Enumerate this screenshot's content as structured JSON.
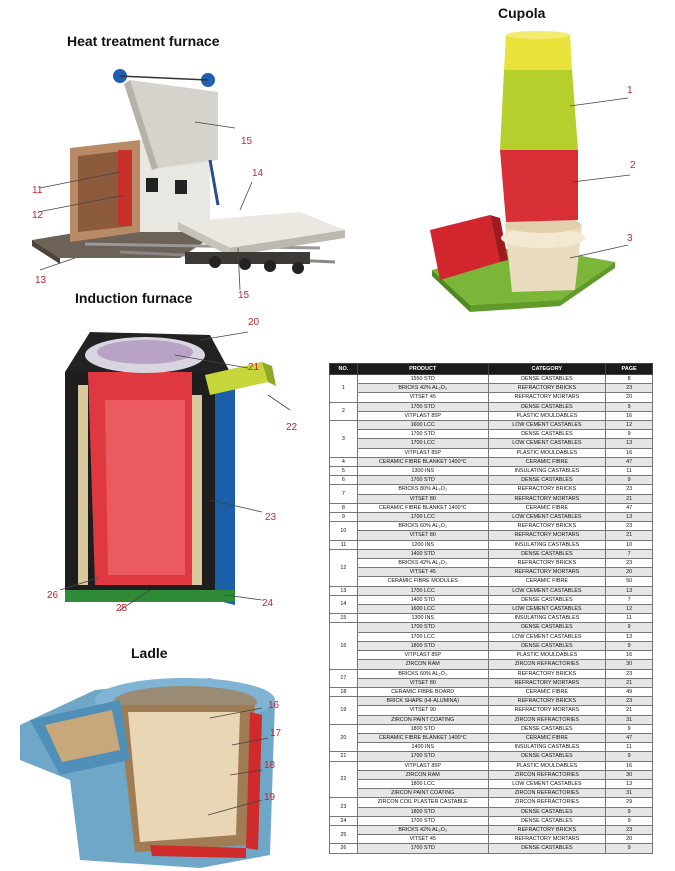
{
  "titles": {
    "heat_treatment": "Heat treatment furnace",
    "cupola": "Cupola",
    "induction": "Induction furnace",
    "ladle": "Ladle"
  },
  "callouts": {
    "h15a": "15",
    "h14": "14",
    "h11": "11",
    "h12": "12",
    "h13": "13",
    "h15b": "15",
    "c1": "1",
    "c2": "2",
    "c3": "3",
    "i20": "20",
    "i21": "21",
    "i22": "22",
    "i23": "23",
    "i26": "26",
    "i25": "25",
    "i24": "24",
    "l16": "16",
    "l17": "17",
    "l18": "18",
    "l19": "19"
  },
  "table": {
    "headers": [
      "NO.",
      "PRODUCT",
      "CATEGORY",
      "PAGE"
    ],
    "groups": [
      {
        "no": "1",
        "rows": [
          [
            "1550 STD",
            "DENSE CASTABLES",
            "8"
          ],
          [
            "BRICKS 42% AL₂O₃",
            "REFRACTORY BRICKS",
            "23"
          ],
          [
            "VITSET 45",
            "REFRACTORY MORTARS",
            "20"
          ]
        ]
      },
      {
        "no": "2",
        "rows": [
          [
            "1700 STD",
            "DENSE CASTABLES",
            "9"
          ],
          [
            "VITPLAST 85P",
            "PLASTIC MOULDABLES",
            "16"
          ]
        ]
      },
      {
        "no": "3",
        "rows": [
          [
            "1600 LCC",
            "LOW CEMENT CASTABLES",
            "12"
          ],
          [
            "1700 STD",
            "DENSE CASTABLES",
            "9"
          ],
          [
            "1700 LCC",
            "LOW CEMENT CASTABLES",
            "13"
          ],
          [
            "VITPLAST 85P",
            "PLASTIC MOULDABLES",
            "16"
          ]
        ]
      },
      {
        "no": "4",
        "rows": [
          [
            "CERAMIC FIBRE BLANKET 1400°C",
            "CERAMIC FIBRE",
            "47"
          ]
        ]
      },
      {
        "no": "5",
        "rows": [
          [
            "1300 INS",
            "INSULATING CASTABLES",
            "11"
          ]
        ]
      },
      {
        "no": "6",
        "rows": [
          [
            "1700 STD",
            "DENSE CASTABLES",
            "9"
          ]
        ]
      },
      {
        "no": "7",
        "rows": [
          [
            "BRICKS 80% AL₂O₃",
            "REFRACTORY BRICKS",
            "23"
          ],
          [
            "VITSET 80",
            "REFRACTORY MORTARS",
            "21"
          ]
        ]
      },
      {
        "no": "8",
        "rows": [
          [
            "CERAMIC FIBRE BLANKET 1400°C",
            "CERAMIC FIBRE",
            "47"
          ]
        ]
      },
      {
        "no": "9",
        "rows": [
          [
            "1700 LCC",
            "LOW CEMENT CASTABLES",
            "13"
          ]
        ]
      },
      {
        "no": "10",
        "rows": [
          [
            "BRICKS 60% AL₂O₃",
            "REFRACTORY BRICKS",
            "23"
          ],
          [
            "VITSET 80",
            "REFRACTORY MORTARS",
            "21"
          ]
        ]
      },
      {
        "no": "11",
        "rows": [
          [
            "1200 INS",
            "INSULATING CASTABLES",
            "10"
          ]
        ]
      },
      {
        "no": "12",
        "rows": [
          [
            "1400 STD",
            "DENSE CASTABLES",
            "7"
          ],
          [
            "BRICKS 42% AL₂O₃",
            "REFRACTORY BRICKS",
            "23"
          ],
          [
            "VITSET 45",
            "REFRACTORY MORTARS",
            "20"
          ],
          [
            "CERAMIC FIBRE MODULES",
            "CERAMIC FIBRE",
            "50"
          ]
        ]
      },
      {
        "no": "13",
        "rows": [
          [
            "1700 LCC",
            "LOW CEMENT CASTABLES",
            "13"
          ]
        ]
      },
      {
        "no": "14",
        "rows": [
          [
            "1400 STD",
            "DENSE CASTABLES",
            "7"
          ],
          [
            "1600 LCC",
            "LOW CEMENT CASTABLES",
            "12"
          ]
        ]
      },
      {
        "no": "15",
        "rows": [
          [
            "1300 INS",
            "INSULATING CASTABLES",
            "11"
          ]
        ]
      },
      {
        "no": "16",
        "rows": [
          [
            "1700 STD",
            "DENSE CASTABLES",
            "9"
          ],
          [
            "1700 LCC",
            "LOW CEMENT CASTABLES",
            "13"
          ],
          [
            "1800 STD",
            "DENSE CASTABLES",
            "9"
          ],
          [
            "VITPLAST 85P",
            "PLASTIC MOULDABLES",
            "16"
          ],
          [
            "ZIRCON RAM",
            "ZIRCON REFRACTORIES",
            "30"
          ]
        ]
      },
      {
        "no": "17",
        "rows": [
          [
            "BRICKS 60% AL₂O₃",
            "REFRACTORY BRICKS",
            "23"
          ],
          [
            "VITSET 80",
            "REFRACTORY MORTARS",
            "21"
          ]
        ]
      },
      {
        "no": "18",
        "rows": [
          [
            "CERAMIC FIBRE BOARD",
            "CERAMIC FIBRE",
            "49"
          ]
        ]
      },
      {
        "no": "19",
        "rows": [
          [
            "BRICK SHAPE (HI-ALUMINA)",
            "REFRACTORY BRICKS",
            "23"
          ],
          [
            "VITSET 90",
            "REFRACTORY MORTARS",
            "21"
          ],
          [
            "ZIRCON PAINT COATING",
            "ZIRCON REFRACTORIES",
            "31"
          ]
        ]
      },
      {
        "no": "20",
        "rows": [
          [
            "1800 STD",
            "DENSE CASTABLES",
            "9"
          ],
          [
            "CERAMIC FIBRE BLANKET 1400°C",
            "CERAMIC FIBRE",
            "47"
          ],
          [
            "1400 INS",
            "INSULATING CASTABLES",
            "11"
          ]
        ]
      },
      {
        "no": "21",
        "rows": [
          [
            "1700 STD",
            "DENSE CASTABLES",
            "9"
          ]
        ]
      },
      {
        "no": "22",
        "rows": [
          [
            "VITPLAST 85P",
            "PLASTIC MOULDABLES",
            "16"
          ],
          [
            "ZIRCON RAM",
            "ZIRCON REFRACTORIES",
            "30"
          ],
          [
            "1800 LCC",
            "LOW CEMENT CASTABLES",
            "13"
          ],
          [
            "ZIRCON PAINT COATING",
            "ZIRCON REFRACTORIES",
            "31"
          ]
        ]
      },
      {
        "no": "23",
        "rows": [
          [
            "ZIRCON COIL PLASTER CASTABLE",
            "ZIRCON REFRACTORIES",
            "29"
          ],
          [
            "1800 STD",
            "DENSE CASTABLES",
            "9"
          ]
        ]
      },
      {
        "no": "24",
        "rows": [
          [
            "1700 STD",
            "DENSE CASTABLES",
            "9"
          ]
        ]
      },
      {
        "no": "25",
        "rows": [
          [
            "BRICKS 42% AL₂O₃",
            "REFRACTORY BRICKS",
            "23"
          ],
          [
            "VITSET 45",
            "REFRACTORY MORTARS",
            "20"
          ]
        ]
      },
      {
        "no": "26",
        "rows": [
          [
            "1700 STD",
            "DENSE CASTABLES",
            "9"
          ]
        ]
      }
    ]
  }
}
